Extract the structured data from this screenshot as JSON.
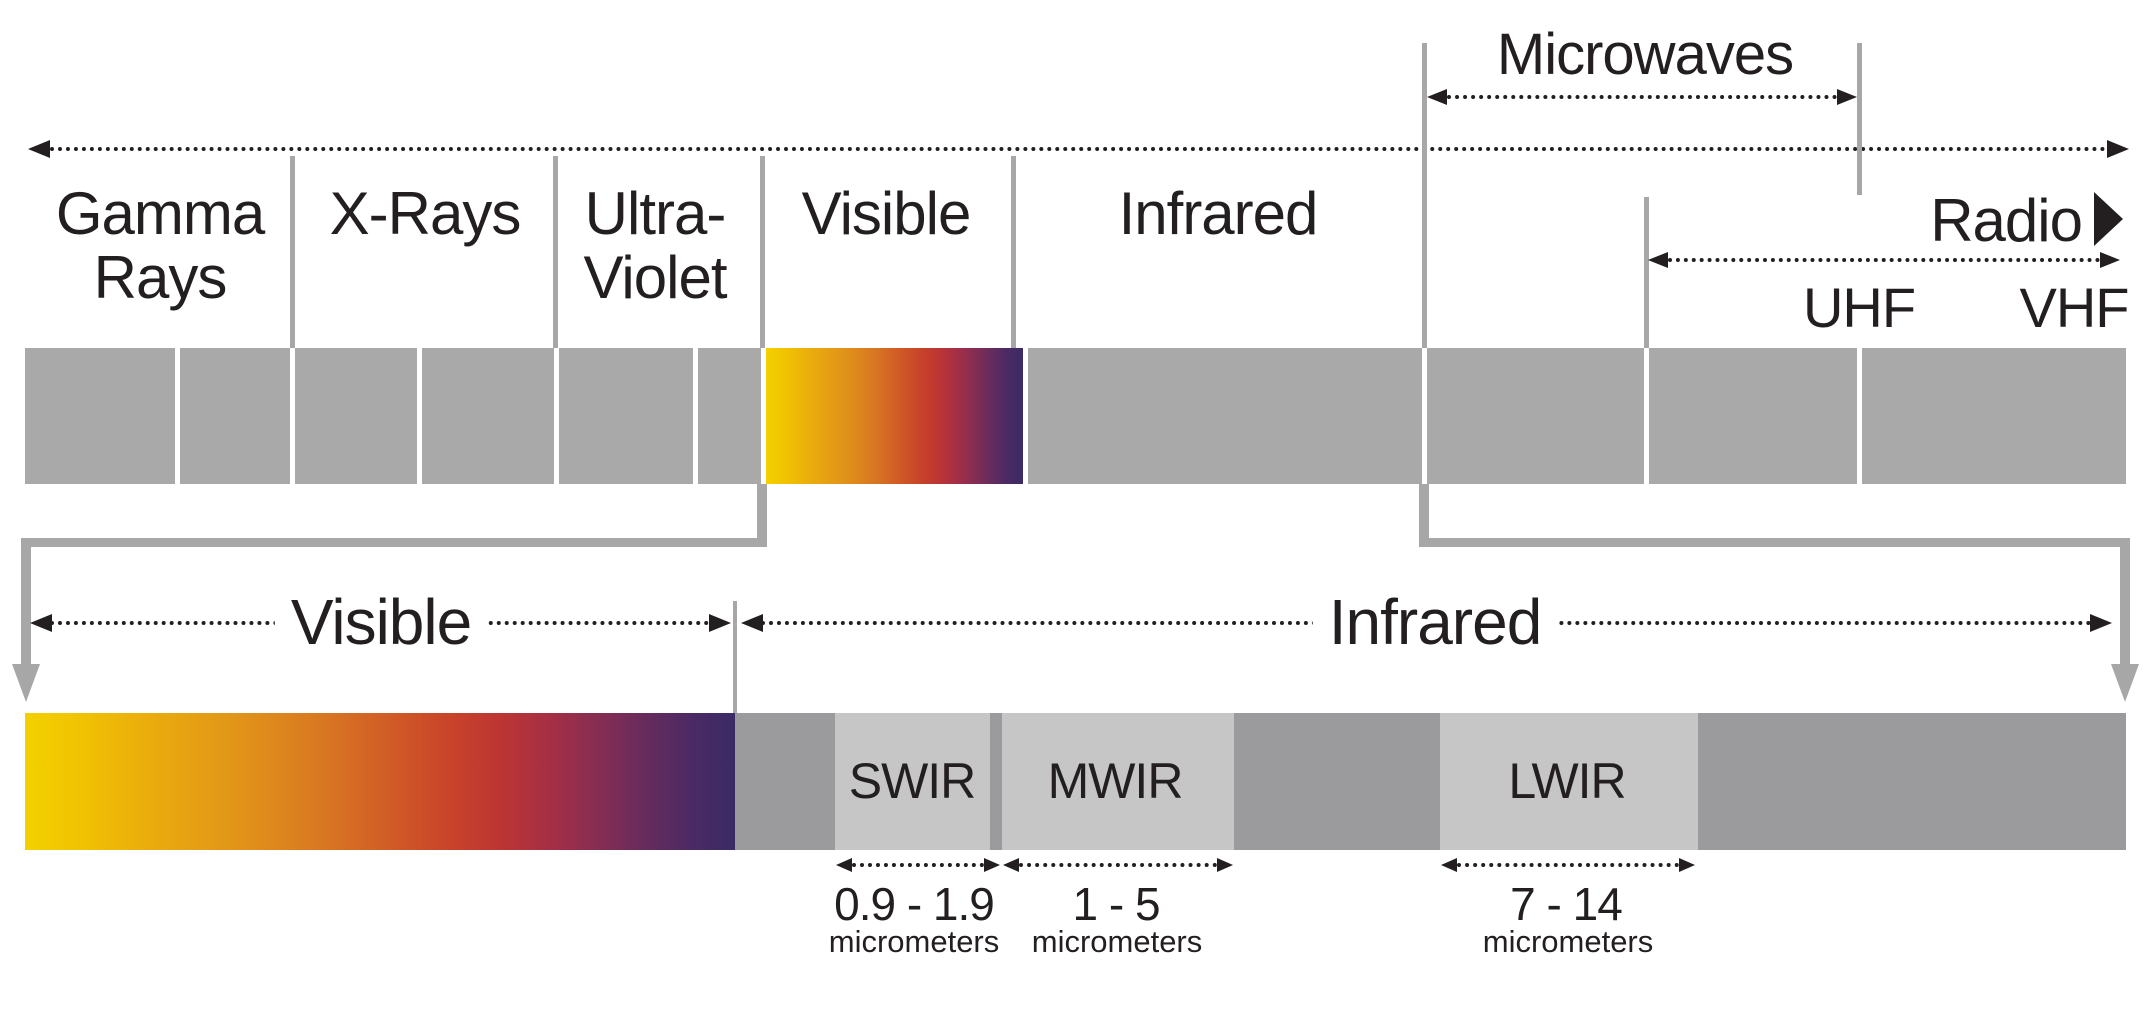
{
  "colors": {
    "background": "#ffffff",
    "ink": "#231f20",
    "bar_top_gray": "#a9a9a9",
    "bar_bottom_gray": "#9b9b9d",
    "ir_band_light_gray": "#c6c6c7",
    "line_gray": "#a7a7a7",
    "visible_gradient_stops": [
      "#f3d100 0%",
      "#f0c202 8%",
      "#eaab0d 18%",
      "#e19419 30%",
      "#d87722 42%",
      "#d05a26 52%",
      "#c8432a 60%",
      "#bd3533 67%",
      "#a52f45 74%",
      "#852d53 81%",
      "#642b5e 88%",
      "#4b2a64 94%",
      "#3a2b66 100%"
    ]
  },
  "top_axis": {
    "microwaves_label": "Microwaves",
    "bands": {
      "gamma": "Gamma\nRays",
      "xrays": "X-Rays",
      "ultraviolet": "Ultra-\nViolet",
      "visible": "Visible",
      "infrared": "Infrared"
    },
    "radio_label": "Radio",
    "uhf_label": "UHF",
    "vhf_label": "VHF"
  },
  "detail_axis": {
    "visible_label": "Visible",
    "infrared_label": "Infrared"
  },
  "ir_bands": {
    "swir": {
      "label": "SWIR",
      "range": "0.9 - 1.9",
      "unit": "micrometers"
    },
    "mwir": {
      "label": "MWIR",
      "range": "1 - 5",
      "unit": "micrometers"
    },
    "lwir": {
      "label": "LWIR",
      "range": "7 - 14",
      "unit": "micrometers"
    }
  }
}
